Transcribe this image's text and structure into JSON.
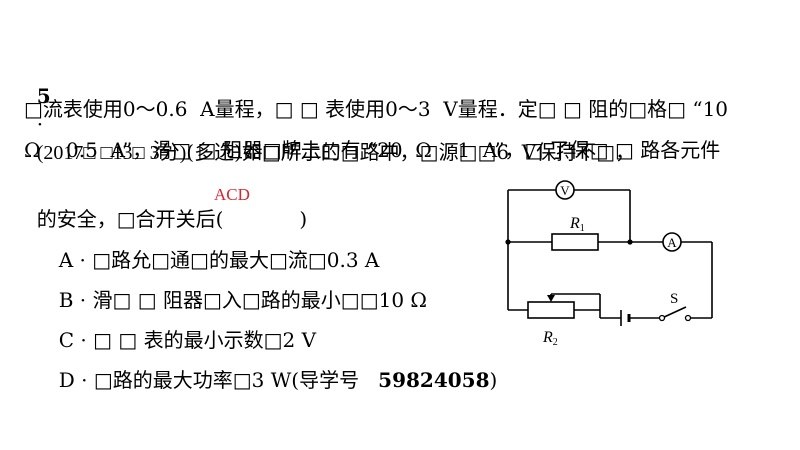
{
  "question": {
    "number": "5",
    "dot": "·",
    "line1_source": "(2017□ □13□ 3分)",
    "line1_type": "(多选)",
    "line1_text": "如□所示的□路中，□源□□6  V保持不□，",
    "line2": "□流表使用0～0.6  A量程，□ □ 表使用0～3  V量程．定□ □ 阻的□格□ “10",
    "line3": "Ω    0.5  A”，滑□ □ 阻器□牌上□有 “20  Ω    1  A”，□ 了保□ □ 路各元件",
    "line4_text": "的安全，□合开关后(",
    "line4_close": ")",
    "answer": "ACD"
  },
  "options": [
    {
      "letter": "A",
      "text": "□路允□通□的最大□流□0.3 A"
    },
    {
      "letter": "B",
      "text": "滑□ □ 阻器□入□路的最小□□10 Ω"
    },
    {
      "letter": "C",
      "text": "□ □ 表的最小示数□2 V"
    },
    {
      "letter": "D",
      "text": "□路的最大功率□3 W(导学号",
      "code": "59824058",
      "close": ")"
    }
  ],
  "circuit": {
    "voltmeter": "V",
    "ammeter": "A",
    "r1": "R",
    "r1_sub": "1",
    "r2": "R",
    "r2_sub": "2",
    "switch": "S"
  }
}
